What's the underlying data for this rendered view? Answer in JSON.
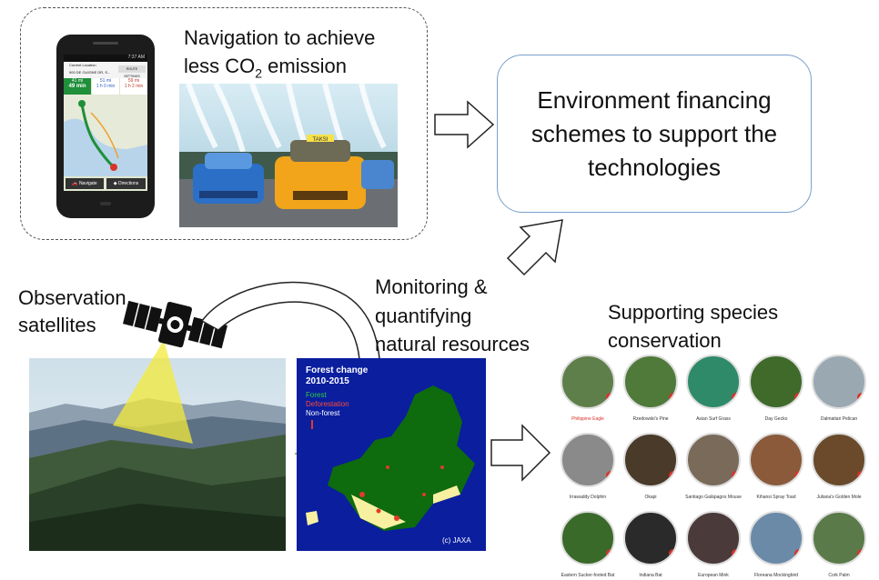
{
  "navigation": {
    "title_line1": "Navigation to achieve",
    "title_line2_pre": "less CO",
    "title_line2_sub": "2",
    "title_line2_post": " emission",
    "phone": {
      "status_time": "7:37 AM",
      "from": "Current Location",
      "to": "900 DE GUIGNE DR, S...",
      "route_settings": "ROUTE SETTINGS",
      "routes": [
        {
          "dist": "41 mi",
          "time": "49 min"
        },
        {
          "dist": "51 mi",
          "time": "1 h 0 min"
        },
        {
          "dist": "59 mi",
          "time": "1 h 2 min"
        }
      ],
      "navigate": "Navigate",
      "directions": "Directions"
    },
    "taxi_sign": "TAKSI"
  },
  "financing": {
    "text": "Environment financing schemes to support the technologies"
  },
  "observation": {
    "line1": "Observation",
    "line2": "satellites"
  },
  "monitoring": {
    "line1": "Monitoring &",
    "line2": "quantifying",
    "line3": "natural resources"
  },
  "forest_map": {
    "title_line1": "Forest change",
    "title_line2": "2010-2015",
    "legend": [
      "Forest",
      "Deforestation",
      "Non-forest"
    ],
    "credit": "(c) JAXA",
    "colors": {
      "forest": "#0e6b0e",
      "deforestation": "#e23a2a",
      "nonforest": "#ffffff",
      "sea": "#0a1e9e"
    }
  },
  "species": {
    "line1": "Supporting species",
    "line2": "conservation",
    "items": [
      {
        "name": "Philippine Eagle",
        "highlight": true
      },
      {
        "name": "Rzedowski's Pine",
        "highlight": false
      },
      {
        "name": "Asian Surf Grass",
        "highlight": false
      },
      {
        "name": "Day Gecko",
        "highlight": false
      },
      {
        "name": "Dalmatian Pelican",
        "highlight": false
      },
      {
        "name": "Irrawaddy Dolphin",
        "highlight": false
      },
      {
        "name": "Okapi",
        "highlight": false
      },
      {
        "name": "Santiago Galápagos Mouse",
        "highlight": false
      },
      {
        "name": "Kihansi Spray Toad",
        "highlight": false
      },
      {
        "name": "Juliana's Golden Mole",
        "highlight": false
      },
      {
        "name": "Eastern Sucker-footed Bat",
        "highlight": false
      },
      {
        "name": "Indiana Bat",
        "highlight": false
      },
      {
        "name": "European Mink",
        "highlight": false
      },
      {
        "name": "Floreana Mockingbird",
        "highlight": false
      },
      {
        "name": "Cork Palm",
        "highlight": false
      }
    ],
    "circle_colors": [
      "#5f7f4a",
      "#4f7a3a",
      "#2f8a6a",
      "#3f6a2a",
      "#9aa8b2",
      "#8a8a8a",
      "#4a3a2a",
      "#7a6a5a",
      "#8a5a3a",
      "#6a4a2a",
      "#3a6a2a",
      "#2a2a2a",
      "#4a3a3a",
      "#6a8aa8",
      "#5a7a4a"
    ]
  }
}
